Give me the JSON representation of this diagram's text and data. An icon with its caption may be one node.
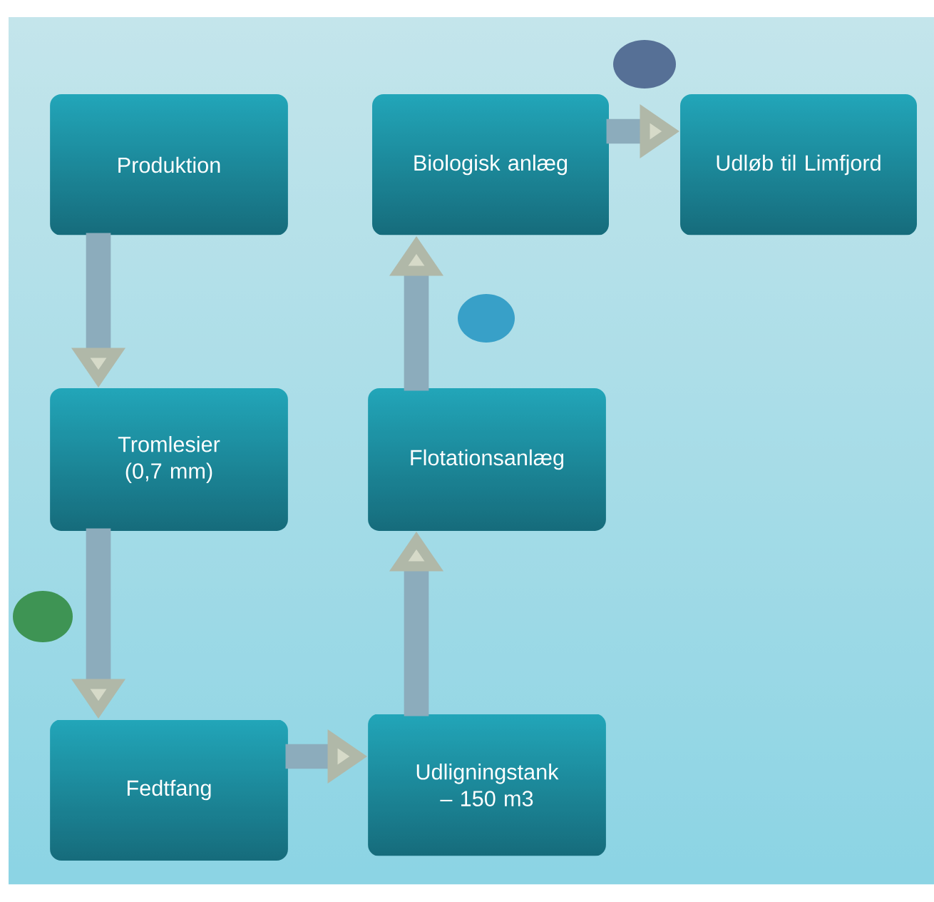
{
  "diagram": {
    "nodes": [
      {
        "text": [
          "Produktion"
        ]
      },
      {
        "text": [
          "Tromlesier (0,7 mm)"
        ]
      },
      {
        "text": [
          "Fedtfang"
        ]
      },
      {
        "text": [
          "Udligningstank – 150 m3"
        ]
      },
      {
        "text": [
          "Flotationsanlæg"
        ]
      },
      {
        "text": [
          "Biologisk anlæg"
        ]
      },
      {
        "text": [
          "Udløb til Limfjord"
        ]
      }
    ],
    "edges": [
      {
        "from": 0,
        "to": 1,
        "arrow": "to"
      },
      {
        "from": 1,
        "to": 2,
        "arrow": "to"
      },
      {
        "from": 2,
        "to": 3,
        "arrow": "to"
      },
      {
        "from": 3,
        "to": 4,
        "arrow": "to"
      },
      {
        "from": 4,
        "to": 5,
        "arrow": "to"
      },
      {
        "from": 5,
        "to": 6,
        "arrow": "to"
      }
    ]
  }
}
